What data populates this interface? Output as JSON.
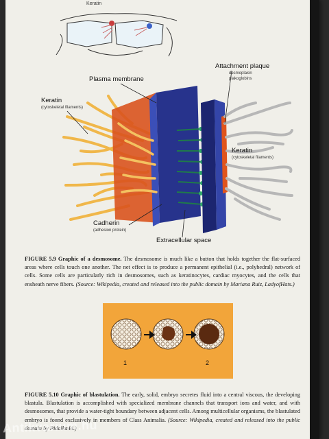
{
  "top_diagram": {
    "keratin_label": "Keratin"
  },
  "figure_5_9": {
    "labels": {
      "plasma_membrane": "Plasma membrane",
      "attachment_plaque": "Attachment plaque",
      "desmoplakin": "desmoplakin",
      "plakoglobins": "plakoglobins",
      "keratin_left": "Keratin",
      "keratin_left_sub": "(cytoskeletal filaments)",
      "keratin_right": "Keratin",
      "keratin_right_sub": "(cytoskeletal filaments)",
      "cadherin": "Cadherin",
      "cadherin_sub": "(adhesion protein)",
      "extracellular": "Extracellular space"
    },
    "caption_title": "FIGURE 5.9 Graphic of a desmosome.",
    "caption_body": "The desmosome is much like a button that holds together the flat-surfaced areas where cells touch one another. The net effect is to produce a permanent epithelial (i.e., polyhedral) network of cells. Some cells are particularly rich in desmosomes, such as keratinocytes, cardiac myocytes, and the cells that ensheath nerve fibers.",
    "caption_source": "(Source: Wikipedia, created and released into the public domain by Mariana Ruiz, LadyofHats.)"
  },
  "figure_5_10": {
    "stage_1": "1",
    "stage_2": "2",
    "caption_title": "FIGURE 5.10 Graphic of blastulation.",
    "caption_body": "The early, solid, embryo secretes fluid into a central viscous, the developing blastula. Blastulation is accomplished with specialized membrane channels that transport ions and water, and with desmosomes, that provide a water-tight boundary between adjacent cells. Among multicellular organisms, the blastulated embryo is found exclusively in members of Class Animalia.",
    "caption_source": "(Source: Wikipedia, created and released into the public domain by Pidalka44.)"
  },
  "watermark": "Antikvarium.hu",
  "colors": {
    "membrane_blue": "#2c3d9e",
    "plaque_orange": "#e0541c",
    "keratin_yellow": "#f0b74a",
    "keratin_gray": "#b7b7b7",
    "blastula_bg": "#f2a53a"
  }
}
